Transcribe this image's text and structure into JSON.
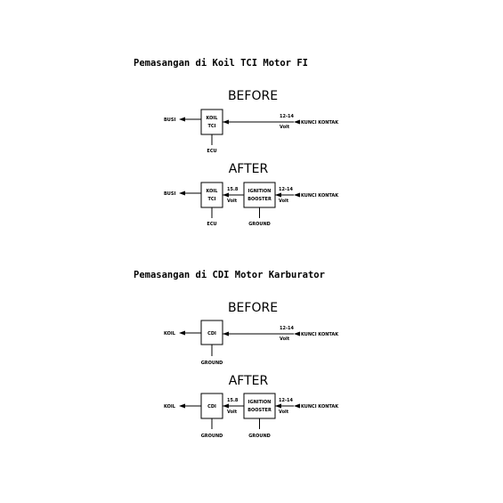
{
  "section1": {
    "title": "Pemasangan di Koil TCI Motor FI",
    "before": {
      "heading": "BEFORE",
      "left_label": "BUSI",
      "box_line1": "KOIL",
      "box_line2": "TCI",
      "bottom_label": "ECU",
      "voltage_line1": "12-14",
      "voltage_line2": "Volt",
      "right_label": "KUNCI KONTAK"
    },
    "after": {
      "heading": "AFTER",
      "left_label": "BUSI",
      "box_line1": "KOIL",
      "box_line2": "TCI",
      "bottom_label": "ECU",
      "mid_voltage_line1": "15.8",
      "mid_voltage_line2": "Volt",
      "booster_line1": "IGNITION",
      "booster_line2": "BOOSTER",
      "booster_bottom_label": "GROUND",
      "voltage_line1": "12-14",
      "voltage_line2": "Volt",
      "right_label": "KUNCI KONTAK"
    }
  },
  "section2": {
    "title": "Pemasangan di CDI Motor Karburator",
    "before": {
      "heading": "BEFORE",
      "left_label": "KOIL",
      "box_line1": "CDI",
      "bottom_label": "GROUND",
      "voltage_line1": "12-14",
      "voltage_line2": "Volt",
      "right_label": "KUNCI KONTAK"
    },
    "after": {
      "heading": "AFTER",
      "left_label": "KOIL",
      "box_line1": "CDI",
      "bottom_label": "GROUND",
      "mid_voltage_line1": "15.8",
      "mid_voltage_line2": "Volt",
      "booster_line1": "IGNITION",
      "booster_line2": "BOOSTER",
      "booster_bottom_label": "GROUND",
      "voltage_line1": "12-14",
      "voltage_line2": "Volt",
      "right_label": "KUNCI KONTAK"
    }
  }
}
